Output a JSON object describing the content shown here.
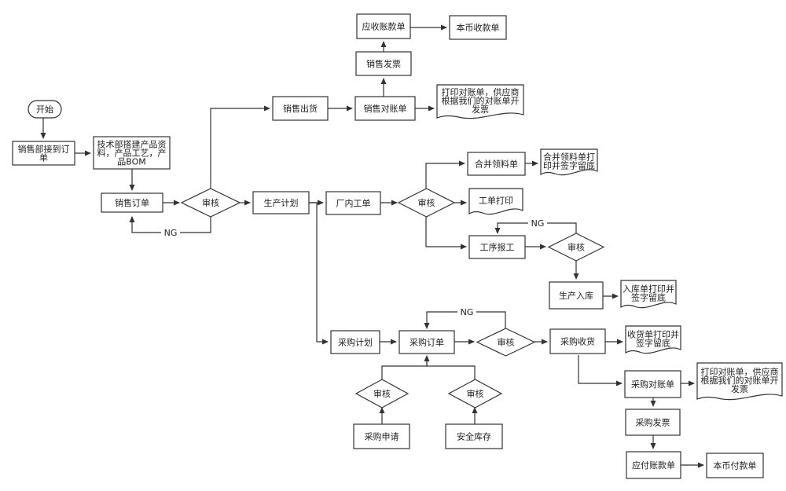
{
  "nodes": [
    {
      "id": "start",
      "text": [
        "开始"
      ]
    },
    {
      "id": "receive",
      "text": [
        "销售部接到订",
        "单"
      ]
    },
    {
      "id": "tech",
      "text": [
        "技术部搭建产品资",
        "料，产品工艺，产",
        "品BOM"
      ]
    },
    {
      "id": "sales_order",
      "text": [
        "销售订单"
      ]
    },
    {
      "id": "review1",
      "text": [
        "审核"
      ]
    },
    {
      "id": "ship",
      "text": [
        "销售出货"
      ]
    },
    {
      "id": "sales_recon",
      "text": [
        "销售对账单"
      ]
    },
    {
      "id": "sales_invoice",
      "text": [
        "销售发票"
      ]
    },
    {
      "id": "ar",
      "text": [
        "应收账款单"
      ]
    },
    {
      "id": "local_receipt",
      "text": [
        "本币收款单"
      ]
    },
    {
      "id": "doc_print_sales",
      "text": [
        "打印对账单，供应商",
        "根据我们的对账单开",
        "发票"
      ]
    },
    {
      "id": "prod_plan",
      "text": [
        "生产计划"
      ]
    },
    {
      "id": "work_order",
      "text": [
        "厂内工单"
      ]
    },
    {
      "id": "review2",
      "text": [
        "审核"
      ]
    },
    {
      "id": "merge_pick",
      "text": [
        "合并领料单"
      ]
    },
    {
      "id": "doc_merge",
      "text": [
        "合并领料单打",
        "印并签字留底"
      ]
    },
    {
      "id": "doc_wo_print",
      "text": [
        "工单打印"
      ]
    },
    {
      "id": "process_report",
      "text": [
        "工序报工"
      ]
    },
    {
      "id": "review3",
      "text": [
        "审核"
      ]
    },
    {
      "id": "prod_in",
      "text": [
        "生产入库"
      ]
    },
    {
      "id": "doc_in",
      "text": [
        "入库单打印并",
        "签字留底"
      ]
    },
    {
      "id": "purch_plan",
      "text": [
        "采购计划"
      ]
    },
    {
      "id": "purch_order",
      "text": [
        "采购订单"
      ]
    },
    {
      "id": "review4",
      "text": [
        "审核"
      ]
    },
    {
      "id": "purch_receive",
      "text": [
        "采购收货"
      ]
    },
    {
      "id": "doc_receive",
      "text": [
        "收货单打印并",
        "签字留底"
      ]
    },
    {
      "id": "review5",
      "text": [
        "审核"
      ]
    },
    {
      "id": "review6",
      "text": [
        "审核"
      ]
    },
    {
      "id": "purch_req",
      "text": [
        "采购申请"
      ]
    },
    {
      "id": "safety_stock",
      "text": [
        "安全库存"
      ]
    },
    {
      "id": "purch_recon",
      "text": [
        "采购对账单"
      ]
    },
    {
      "id": "doc_print_purch",
      "text": [
        "打印对账单，供应商",
        "根据我们的对账单开",
        "发票"
      ]
    },
    {
      "id": "purch_invoice",
      "text": [
        "采购发票"
      ]
    },
    {
      "id": "ap",
      "text": [
        "应付账款单"
      ]
    },
    {
      "id": "local_payment",
      "text": [
        "本币付款单"
      ]
    }
  ],
  "edge_labels": {
    "ng1": "NG",
    "ng2": "NG",
    "ng3": "NG"
  }
}
